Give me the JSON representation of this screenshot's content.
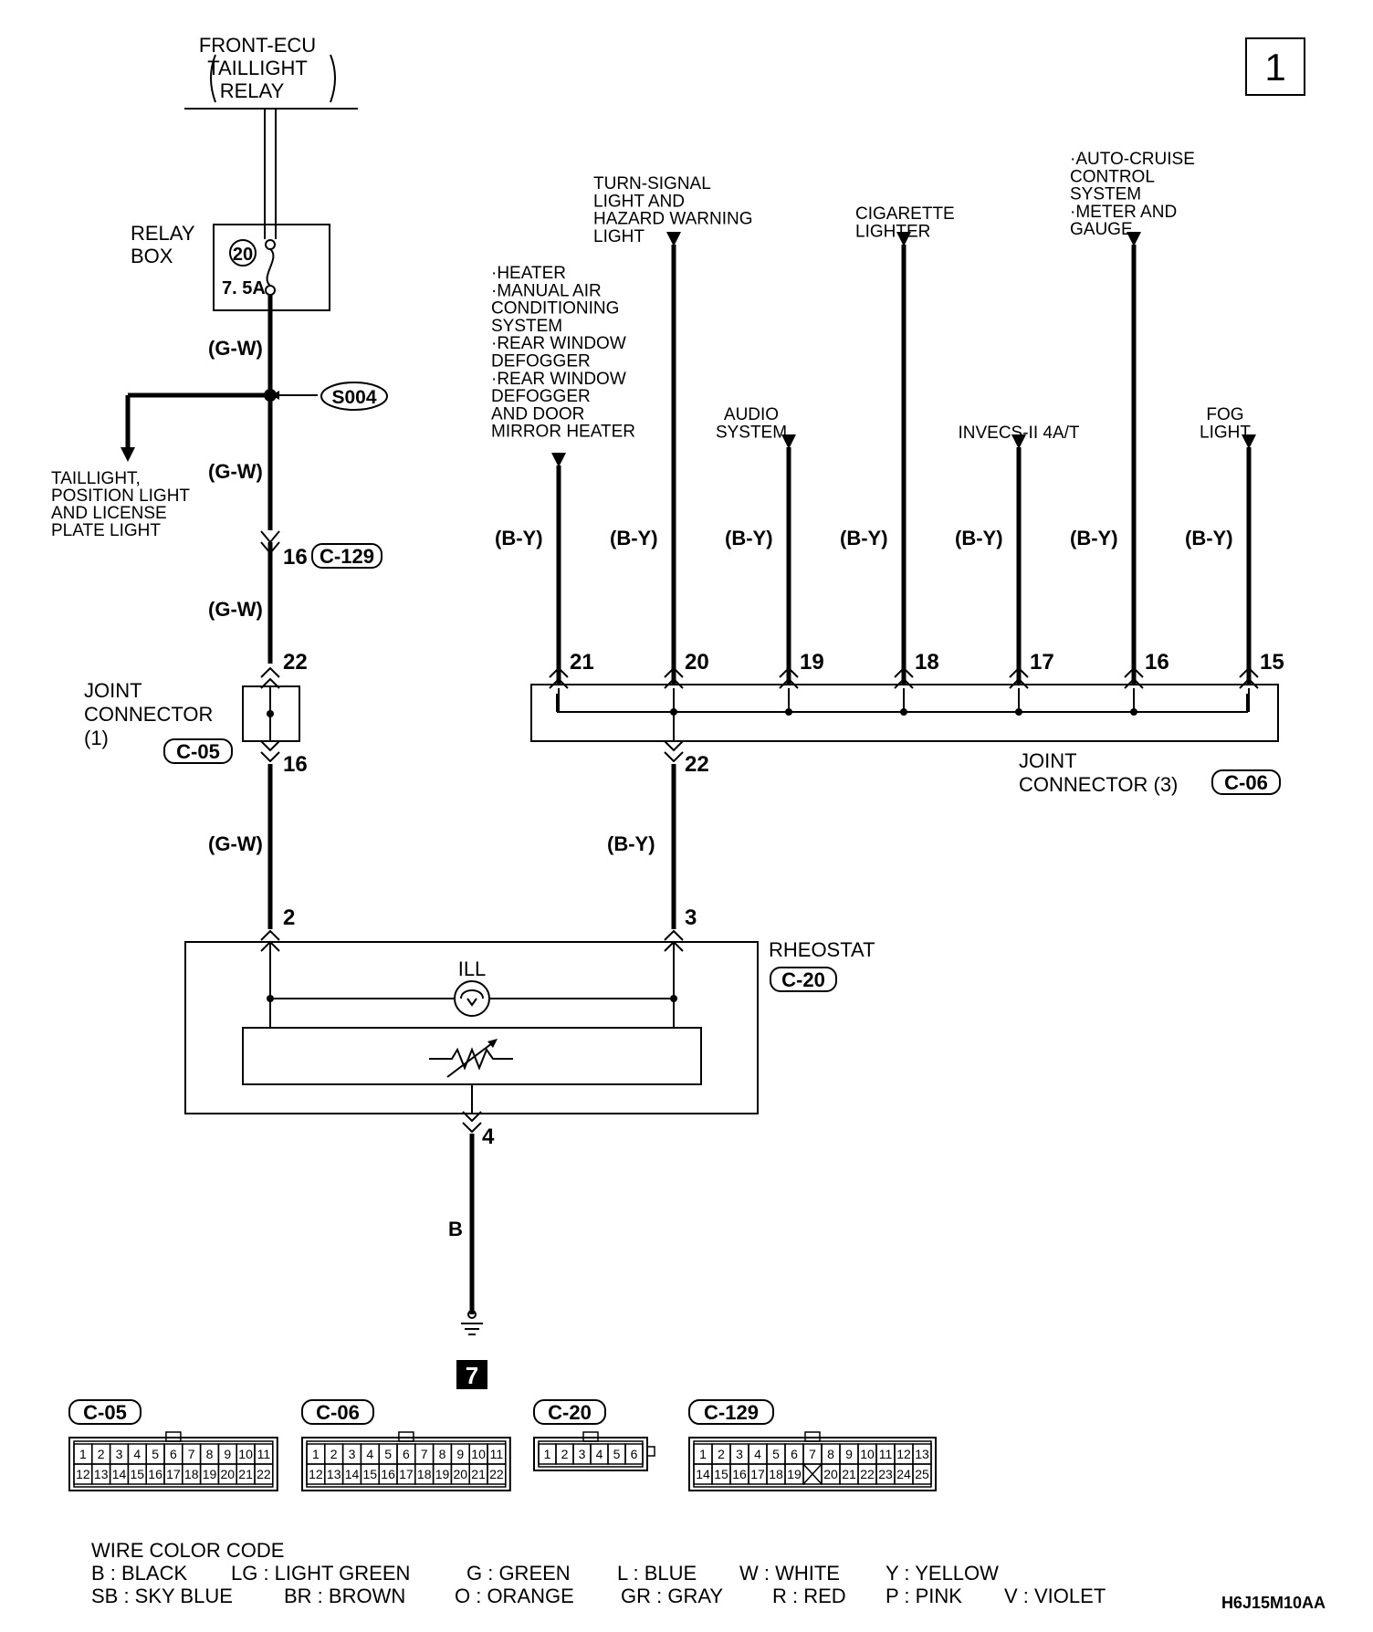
{
  "page_number": "1",
  "source": {
    "line1": "FRONT-ECU",
    "line2": "TAILLIGHT",
    "line3": "RELAY"
  },
  "relay_box": {
    "line1": "RELAY",
    "line2": "BOX",
    "fuse_number": "20",
    "fuse_rating": "7. 5A"
  },
  "splice": "S004",
  "taillight_branch": [
    "TAILLIGHT,",
    "POSITION LIGHT",
    "AND LICENSE",
    "PLATE LIGHT"
  ],
  "wire_colors": {
    "gw": "(G-W)",
    "by": "(B-Y)",
    "b": "B"
  },
  "connector_c129": {
    "pin": "16",
    "id": "C-129"
  },
  "joint_connector_1": {
    "line1": "JOINT",
    "line2": "CONNECTOR",
    "line3": "(1)",
    "id": "C-05",
    "pin_in": "22",
    "pin_out": "16"
  },
  "joint_connector_3": {
    "line1": "JOINT",
    "line2": "CONNECTOR (3)",
    "id": "C-06",
    "pin_out": "22"
  },
  "loads": [
    {
      "pin": "21",
      "label": [
        "·HEATER",
        "·MANUAL AIR",
        " CONDITIONING",
        " SYSTEM",
        "·REAR WINDOW",
        " DEFOGGER",
        "·REAR WINDOW",
        " DEFOGGER",
        " AND DOOR",
        " MIRROR HEATER"
      ]
    },
    {
      "pin": "20",
      "label": [
        "TURN-SIGNAL",
        "LIGHT AND",
        "HAZARD WARNING",
        "LIGHT"
      ]
    },
    {
      "pin": "19",
      "label": [
        "AUDIO",
        "SYSTEM"
      ]
    },
    {
      "pin": "18",
      "label": [
        "CIGARETTE",
        "LIGHTER"
      ]
    },
    {
      "pin": "17",
      "label": [
        "INVECS-II 4A/T"
      ]
    },
    {
      "pin": "16",
      "label": [
        "·AUTO-CRUISE",
        " CONTROL",
        " SYSTEM",
        "·METER AND",
        " GAUGE"
      ]
    },
    {
      "pin": "15",
      "label": [
        "FOG",
        "LIGHT"
      ]
    }
  ],
  "rheostat": {
    "label": "RHEOSTAT",
    "id": "C-20",
    "pin_left": "2",
    "pin_right": "3",
    "pin_ground": "4",
    "lamp": "ILL"
  },
  "ground_ref": "7",
  "connector_faces": [
    {
      "id": "C-05",
      "top": [
        "1",
        "2",
        "3",
        "4",
        "5",
        "6",
        "7",
        "8",
        "9",
        "10",
        "11"
      ],
      "bottom": [
        "12",
        "13",
        "14",
        "15",
        "16",
        "17",
        "18",
        "19",
        "20",
        "21",
        "22"
      ]
    },
    {
      "id": "C-06",
      "top": [
        "1",
        "2",
        "3",
        "4",
        "5",
        "6",
        "7",
        "8",
        "9",
        "10",
        "11"
      ],
      "bottom": [
        "12",
        "13",
        "14",
        "15",
        "16",
        "17",
        "18",
        "19",
        "20",
        "21",
        "22"
      ]
    },
    {
      "id": "C-20",
      "top": [
        "1",
        "2",
        "3",
        "4",
        "5",
        "6"
      ],
      "bottom": []
    },
    {
      "id": "C-129",
      "top": [
        "1",
        "2",
        "3",
        "4",
        "5",
        "6",
        "7",
        "8",
        "9",
        "10",
        "11",
        "12",
        "13"
      ],
      "bottom": [
        "14",
        "15",
        "16",
        "17",
        "18",
        "19",
        "",
        "20",
        "21",
        "22",
        "23",
        "24",
        "25"
      ]
    }
  ],
  "legend": {
    "title": "WIRE COLOR CODE",
    "row1": [
      "B : BLACK",
      "LG : LIGHT GREEN",
      "G : GREEN",
      "L : BLUE",
      "W : WHITE",
      "Y : YELLOW"
    ],
    "row2": [
      "SB : SKY BLUE",
      "BR : BROWN",
      "O : ORANGE",
      "GR : GRAY",
      "R : RED",
      "P : PINK",
      "V : VIOLET"
    ]
  },
  "diagram_code": "H6J15M10AA"
}
